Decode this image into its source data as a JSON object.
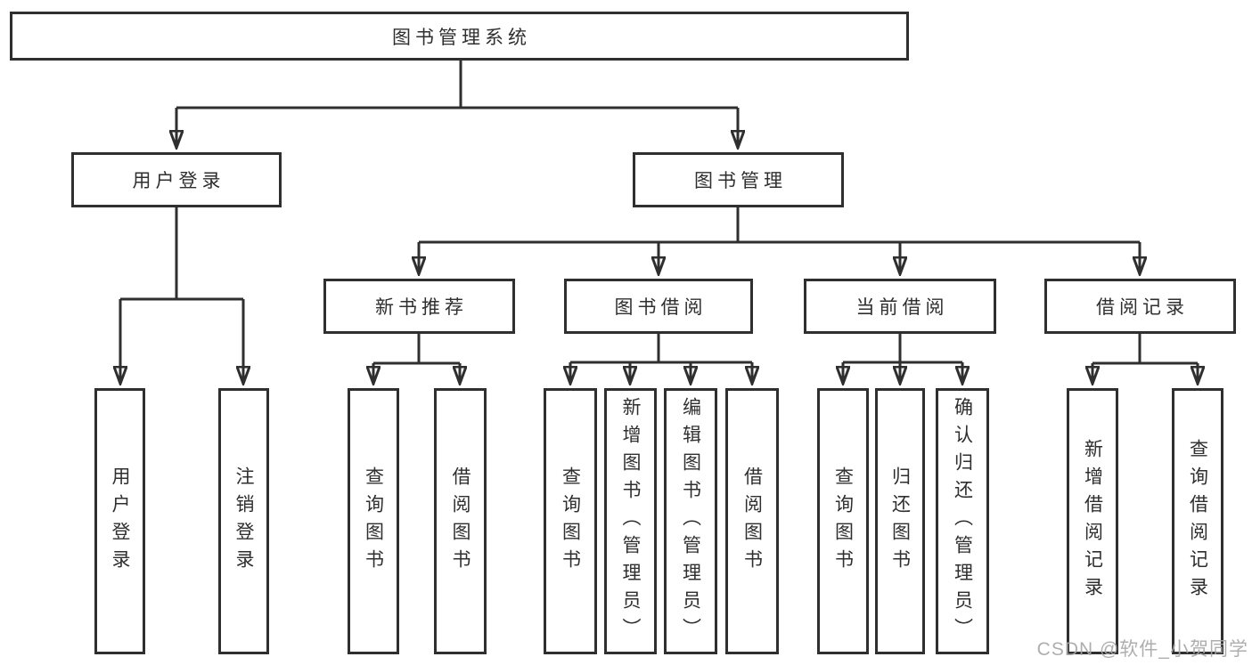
{
  "colors": {
    "line": "#2f2f2f",
    "node_border": "#2f2f2f",
    "node_text": "#2f2f2f",
    "background": "#ffffff",
    "watermark": "#a6a6a6"
  },
  "watermark": {
    "text": "CSDN @软件_小贺同学"
  },
  "diagram": {
    "root": {
      "label": "图书管理系统",
      "children": [
        {
          "label": "用户登录",
          "children": [
            {
              "label": "用户登录"
            },
            {
              "label": "注销登录"
            }
          ]
        },
        {
          "label": "图书管理",
          "children": [
            {
              "label": "新书推荐",
              "children": [
                {
                  "label": "查询图书"
                },
                {
                  "label": "借阅图书"
                }
              ]
            },
            {
              "label": "图书借阅",
              "children": [
                {
                  "label": "查询图书"
                },
                {
                  "label": "新增图书（管理员）"
                },
                {
                  "label": "编辑图书（管理员）"
                },
                {
                  "label": "借阅图书"
                }
              ]
            },
            {
              "label": "当前借阅",
              "children": [
                {
                  "label": "查询图书"
                },
                {
                  "label": "归还图书"
                },
                {
                  "label": "确认归还（管理员）"
                }
              ]
            },
            {
              "label": "借阅记录",
              "children": [
                {
                  "label": "新增借阅记录"
                },
                {
                  "label": "查询借阅记录"
                }
              ]
            }
          ]
        }
      ]
    }
  }
}
